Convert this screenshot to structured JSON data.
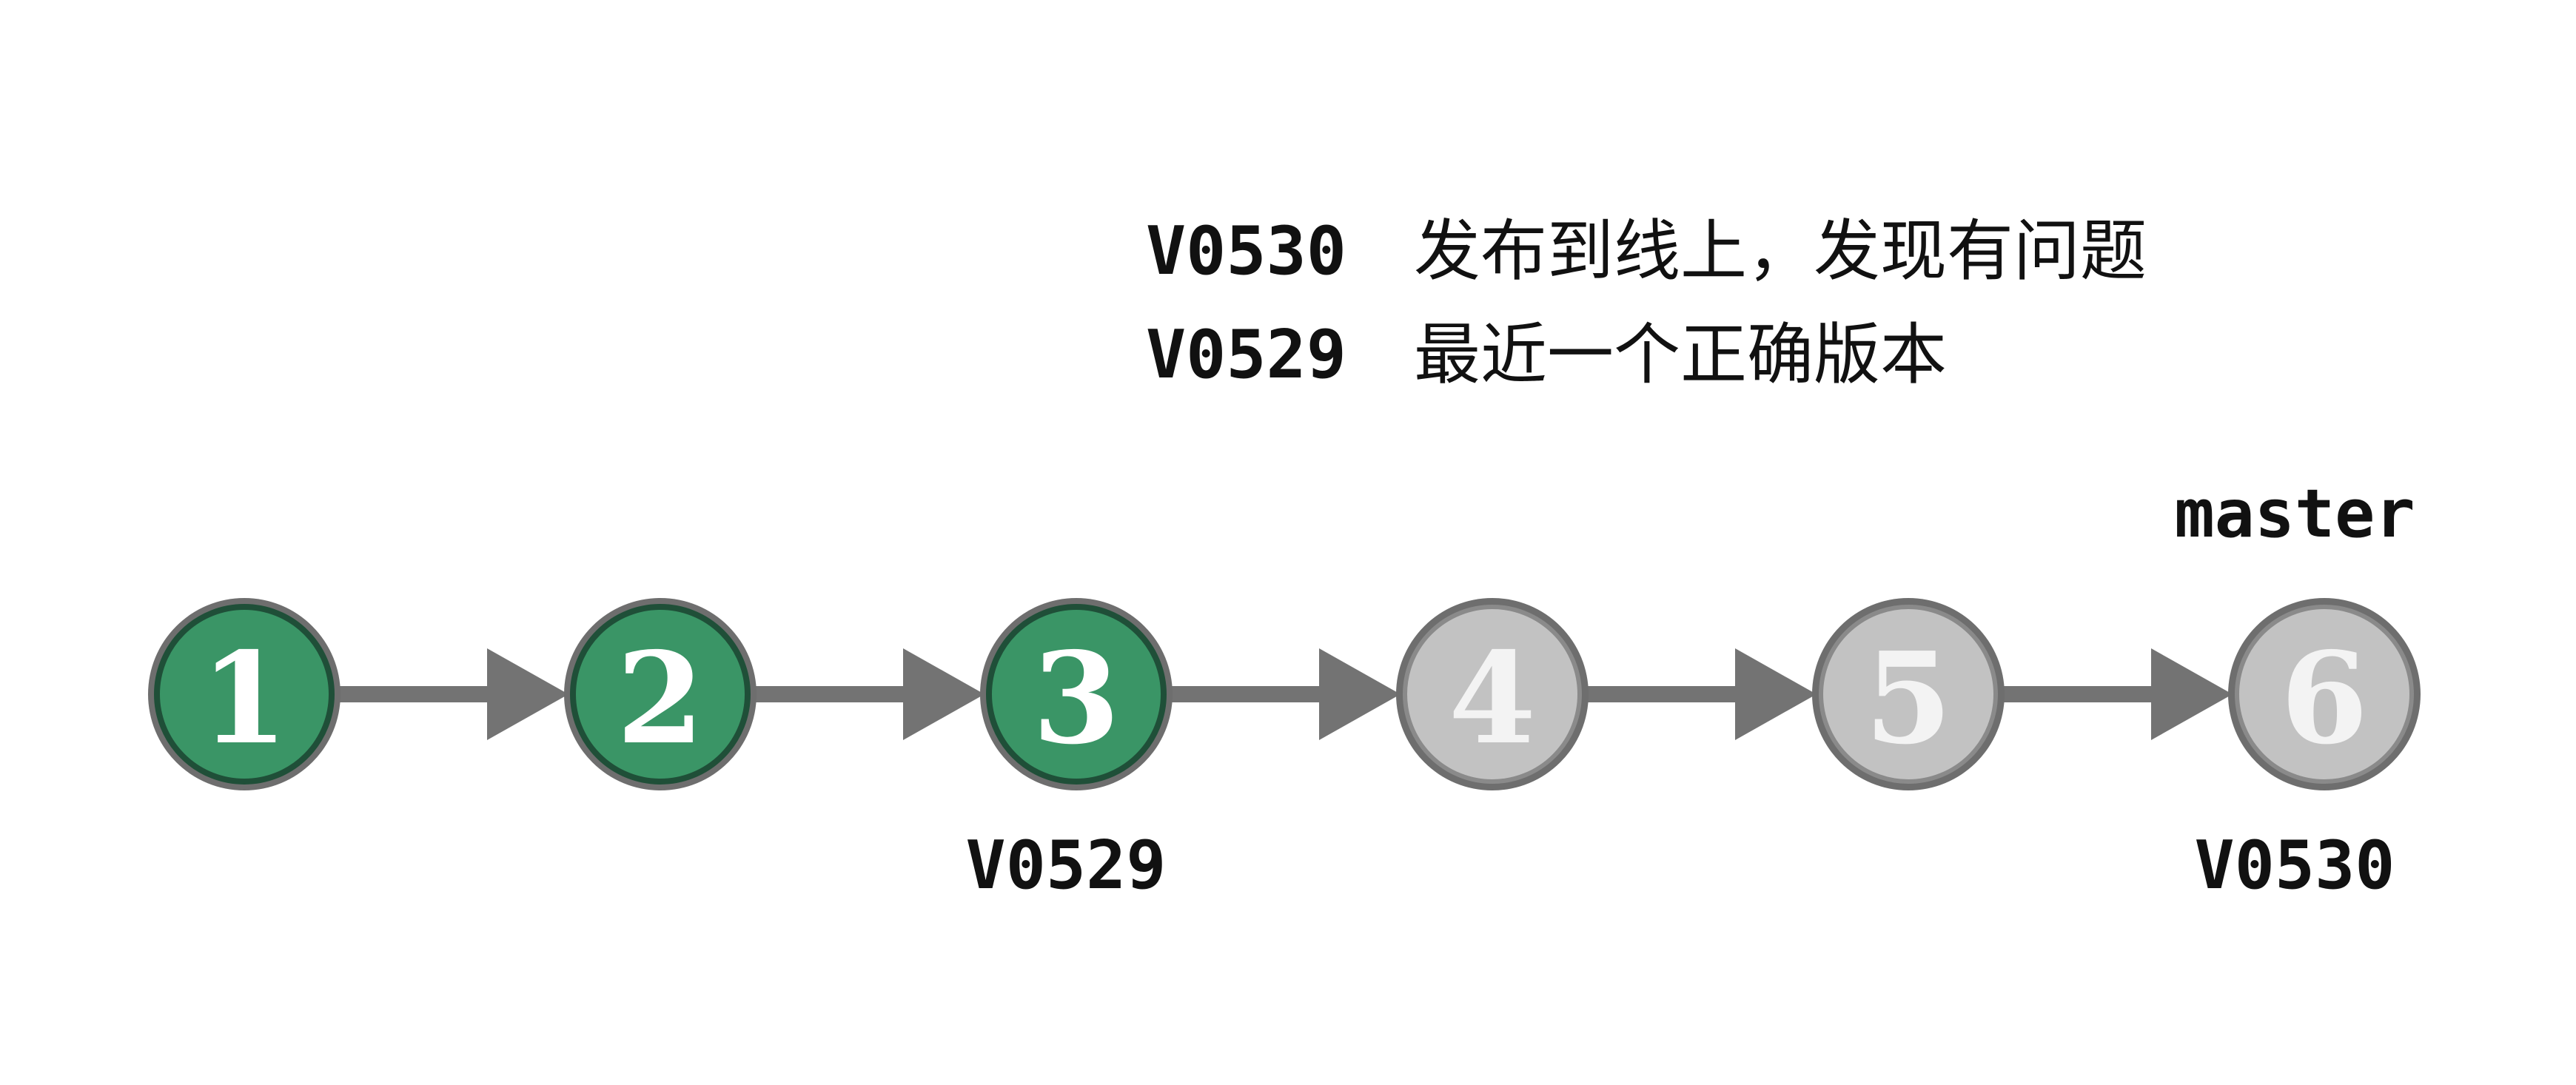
{
  "notes": [
    {
      "tag": "V0530",
      "text": "发布到线上，发现有问题"
    },
    {
      "tag": "V0529",
      "text": "最近一个正确版本"
    }
  ],
  "commits": [
    {
      "label": "1",
      "state": "good"
    },
    {
      "label": "2",
      "state": "good"
    },
    {
      "label": "3",
      "state": "good"
    },
    {
      "label": "4",
      "state": "bad"
    },
    {
      "label": "5",
      "state": "bad"
    },
    {
      "label": "6",
      "state": "bad"
    }
  ],
  "branch_label": "master",
  "tag_labels": {
    "c3": "V0529",
    "c6": "V0530"
  },
  "colors": {
    "good_fill": "#3a9566",
    "bad_fill": "#c2c2c2",
    "ring": "#6e6e6e",
    "arrow": "#737373",
    "good_text": "#ffffff",
    "bad_text": "#f3f3f3"
  }
}
